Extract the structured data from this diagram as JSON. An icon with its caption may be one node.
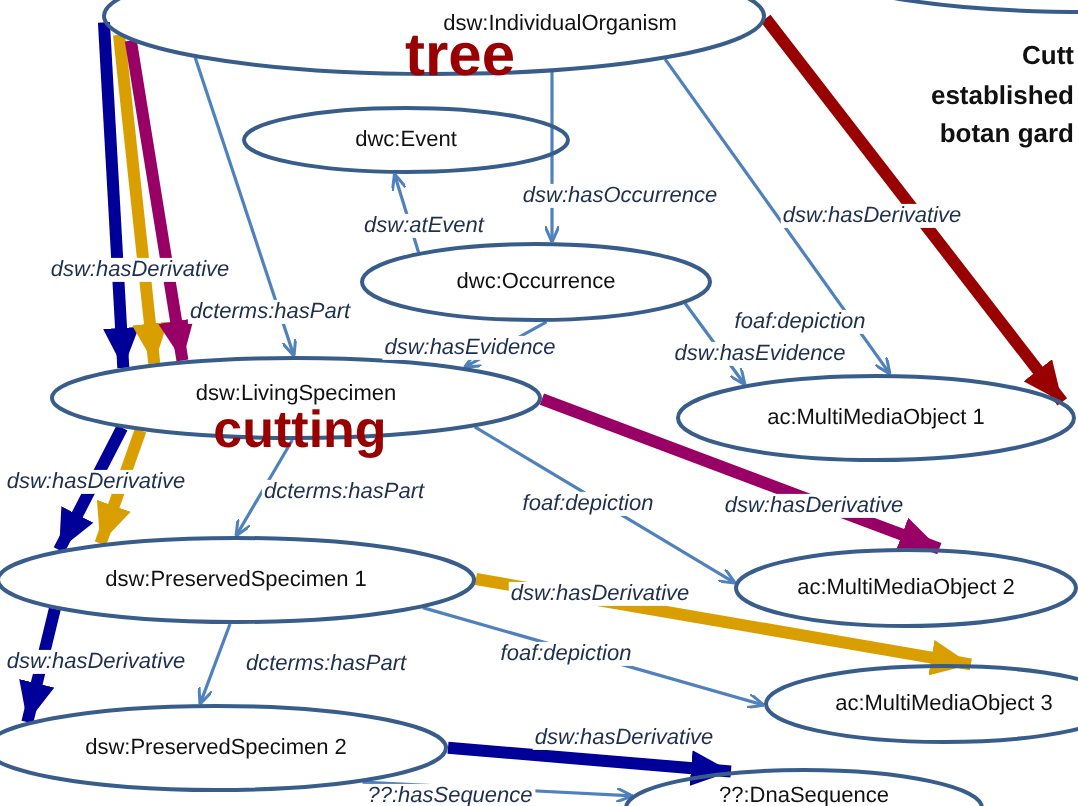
{
  "diagram": {
    "nodes": [
      {
        "text": [
          "dsw:IndividualOrganism",
          "tree"
        ]
      },
      {
        "text": [],
        "shape": "ellipse"
      },
      {
        "text": [
          "dwc:Event"
        ]
      },
      {
        "text": [
          "dwc:Occurrence"
        ]
      },
      {
        "text": [
          "dsw:LivingSpecimen",
          "cutting"
        ]
      },
      {
        "text": [
          "ac:MultiMediaObject 1"
        ]
      },
      {
        "text": [
          "dsw:PreservedSpecimen 1"
        ]
      },
      {
        "text": [
          "ac:MultiMediaObject 2"
        ]
      },
      {
        "text": [
          "ac:MultiMediaObject 3"
        ]
      },
      {
        "text": [
          "dsw:PreservedSpecimen 2"
        ]
      },
      {
        "text": [
          "??:DnaSequence"
        ]
      }
    ],
    "edges": [
      {
        "from": 0,
        "to": 4,
        "arrow": "to",
        "label": "dcterms:hasPart"
      },
      {
        "from": 3,
        "to": 2,
        "arrow": "to",
        "label": "dsw:atEvent"
      },
      {
        "from": 0,
        "to": 3,
        "arrow": "to",
        "label": "dsw:hasOccurrence"
      },
      {
        "from": 0,
        "to": 5,
        "arrow": "to",
        "label": "foaf:depiction"
      },
      {
        "from": 0,
        "to": 5,
        "arrow": "to",
        "label": "dsw:hasDerivative",
        "style": "thick",
        "color": "#990000"
      },
      {
        "from": 3,
        "to": 4,
        "arrow": "to",
        "label": "dsw:hasEvidence"
      },
      {
        "from": 3,
        "to": 5,
        "arrow": "to",
        "label": "dsw:hasEvidence"
      },
      {
        "from": 0,
        "to": 4,
        "arrow": "to",
        "label": "dsw:hasDerivative",
        "style": "thick",
        "color": "#000099"
      },
      {
        "from": 0,
        "to": 4,
        "arrow": "to",
        "style": "thick",
        "color": "#d99e00"
      },
      {
        "from": 0,
        "to": 4,
        "arrow": "to",
        "style": "thick",
        "color": "#990066"
      },
      {
        "from": 4,
        "to": 6,
        "arrow": "to",
        "label": "dsw:hasDerivative",
        "style": "thick",
        "color": "#000099"
      },
      {
        "from": 4,
        "to": 6,
        "arrow": "to",
        "style": "thick",
        "color": "#d99e00"
      },
      {
        "from": 4,
        "to": 6,
        "arrow": "to",
        "label": "dcterms:hasPart"
      },
      {
        "from": 4,
        "to": 7,
        "arrow": "to",
        "label": "foaf:depiction"
      },
      {
        "from": 4,
        "to": 7,
        "arrow": "to",
        "label": "dsw:hasDerivative",
        "style": "thick",
        "color": "#990066"
      },
      {
        "from": 6,
        "to": 8,
        "arrow": "to",
        "label": "dsw:hasDerivative",
        "style": "thick",
        "color": "#d99e00"
      },
      {
        "from": 6,
        "to": 8,
        "arrow": "to",
        "label": "foaf:depiction"
      },
      {
        "from": 6,
        "to": 9,
        "arrow": "to",
        "label": "dsw:hasDerivative",
        "style": "thick",
        "color": "#000099"
      },
      {
        "from": 6,
        "to": 9,
        "arrow": "to",
        "label": "dcterms:hasPart"
      },
      {
        "from": 9,
        "to": 10,
        "arrow": "to",
        "label": "dsw:hasDerivative",
        "style": "thick",
        "color": "#000099"
      },
      {
        "from": 9,
        "to": 10,
        "arrow": "to",
        "label": "??:hasSequence"
      }
    ],
    "labels": [
      "Cutt established botan gard"
    ]
  }
}
